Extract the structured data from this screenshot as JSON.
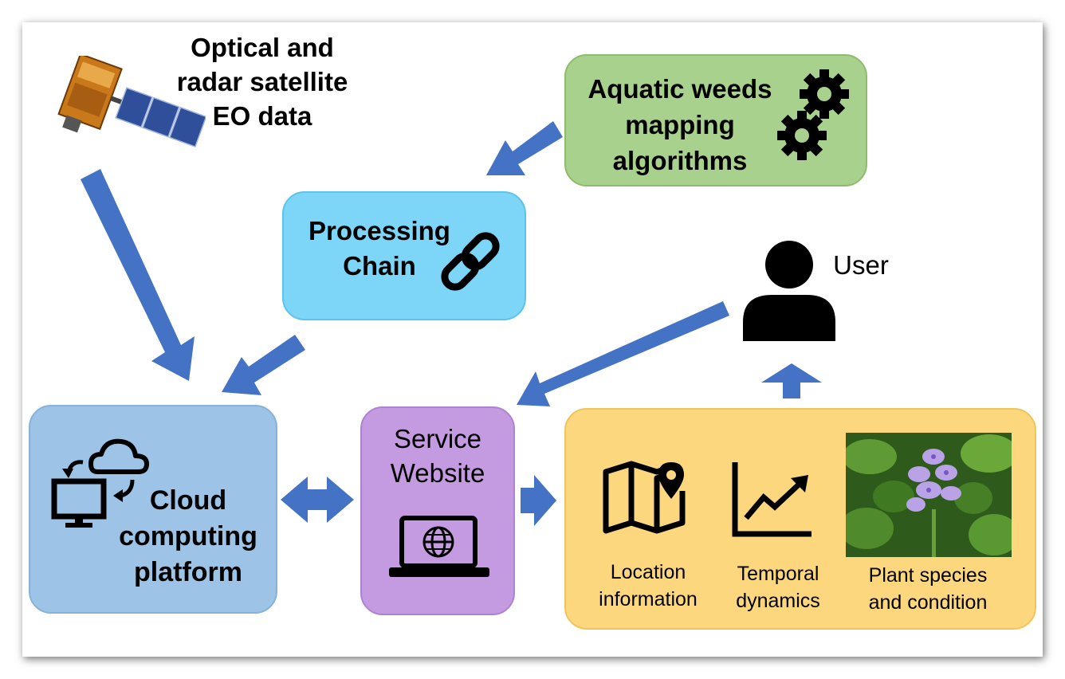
{
  "satellite": {
    "label": "Optical and radar satellite EO data"
  },
  "algorithms": {
    "label": "Aquatic weeds mapping algorithms"
  },
  "processing": {
    "label": "Processing Chain"
  },
  "user": {
    "label": "User"
  },
  "cloud": {
    "label": "Cloud computing platform"
  },
  "service": {
    "label": "Service Website"
  },
  "outputs": [
    {
      "label": "Location information"
    },
    {
      "label": "Temporal dynamics"
    },
    {
      "label": "Plant species and condition"
    }
  ],
  "colors": {
    "arrow": "#4472c4",
    "algorithms_fill": "#a9d18e",
    "processing_fill": "#7dd6f8",
    "cloud_fill": "#9dc3e6",
    "service_fill": "#c49ae0",
    "outputs_fill": "#fdd77e"
  },
  "icons": [
    "satellite-icon",
    "gears-icon",
    "chain-link-icon",
    "user-icon",
    "cloud-sync-icon",
    "laptop-globe-icon",
    "map-pin-icon",
    "trend-chart-icon",
    "water-hyacinth-photo"
  ]
}
